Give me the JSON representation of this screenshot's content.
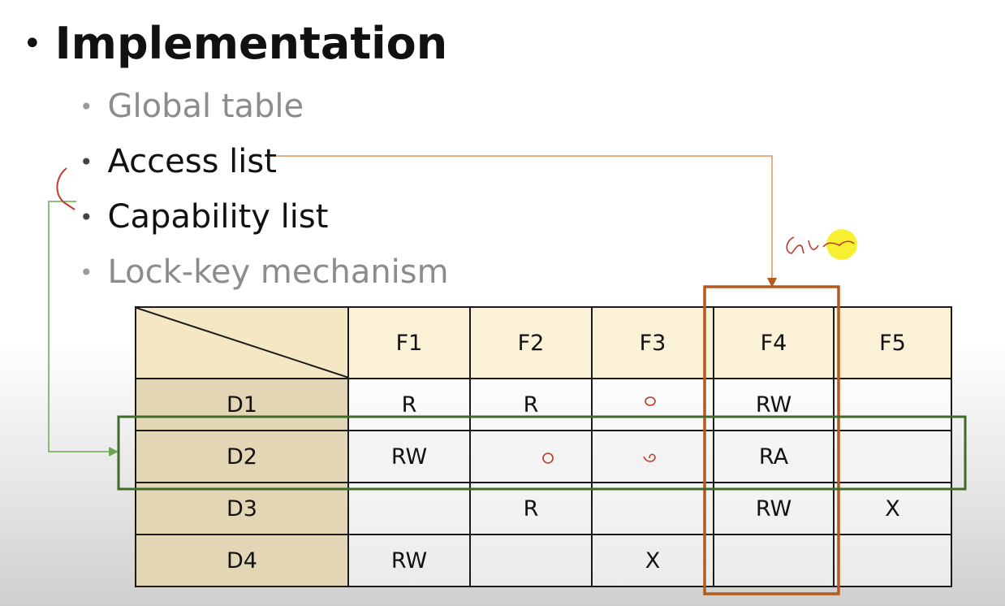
{
  "slide": {
    "title": "Implementation",
    "bullets": [
      {
        "label": "Global table",
        "state": "dim"
      },
      {
        "label": "Access list",
        "state": "active"
      },
      {
        "label": "Capability list",
        "state": "active"
      },
      {
        "label": "Lock-key mechanism",
        "state": "dim"
      }
    ]
  },
  "matrix": {
    "columns": [
      "F1",
      "F2",
      "F3",
      "F4",
      "F5"
    ],
    "rows": [
      {
        "domain": "D1",
        "cells": [
          "R",
          "R",
          "",
          "RW",
          ""
        ]
      },
      {
        "domain": "D2",
        "cells": [
          "RW",
          "",
          "",
          "RA",
          ""
        ]
      },
      {
        "domain": "D3",
        "cells": [
          "",
          "R",
          "",
          "RW",
          "X"
        ]
      },
      {
        "domain": "D4",
        "cells": [
          "RW",
          "",
          "X",
          "",
          ""
        ]
      }
    ]
  },
  "annotations": {
    "column_box_color": "#b5591f",
    "row_box_color": "#3e6b2a",
    "access_arrow_color": "#e0925a",
    "capability_arrow_color": "#6aa84f",
    "ink_color": "#c0392b",
    "highlighter_color": "#f5ee1a"
  }
}
